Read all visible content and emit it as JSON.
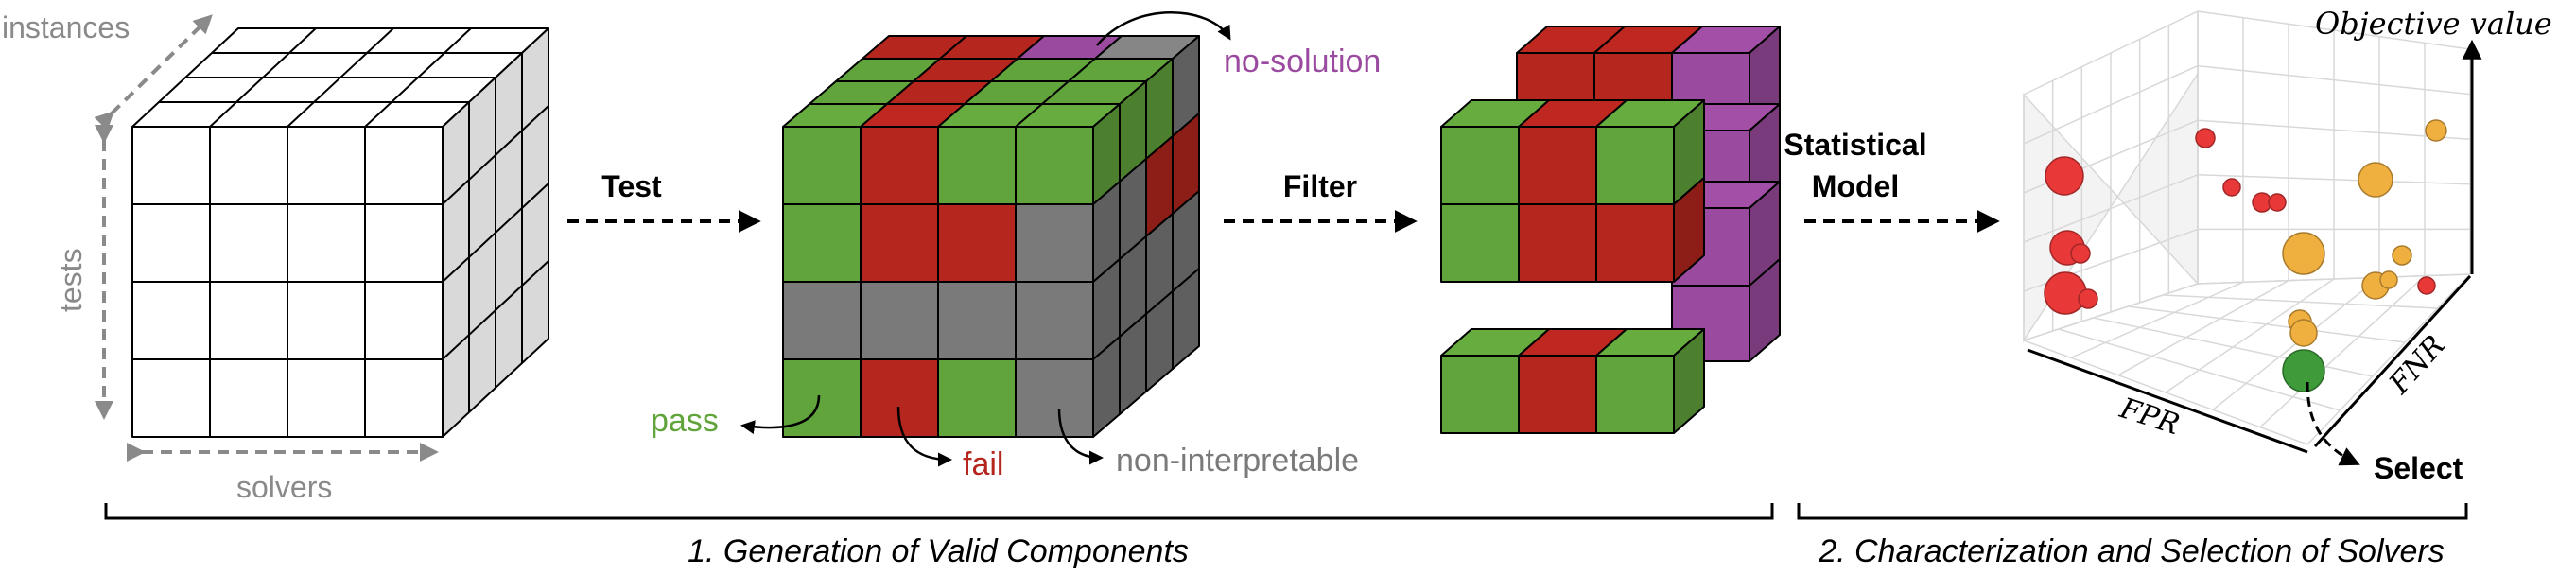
{
  "colors": {
    "pass": "#62a43c",
    "fail": "#b5261e",
    "non_interpretable": "#7a7a7a",
    "no_solution": "#9b4b9f",
    "gray_label": "#8a8a8a",
    "orange_point": "#f0b040",
    "red_point": "#e83838",
    "green_point": "#3f9a3a"
  },
  "cube1": {
    "instances_label": "instances",
    "tests_label": "tests",
    "solvers_label": "solvers"
  },
  "arrows": {
    "test": "Test",
    "filter": "Filter",
    "statistical_model_line1": "Statistical",
    "statistical_model_line2": "Model"
  },
  "cube2": {
    "no_solution": "no-solution",
    "pass": "pass",
    "fail": "fail",
    "non_interpretable": "non-interpretable"
  },
  "plot3d": {
    "z_axis_label": "Objective value",
    "x_axis_label": "FPR",
    "y_axis_label": "FNR",
    "select_label": "Select"
  },
  "sections": {
    "section1": "1. Generation of Valid Components",
    "section2": "2. Characterization and Selection of Solvers"
  }
}
